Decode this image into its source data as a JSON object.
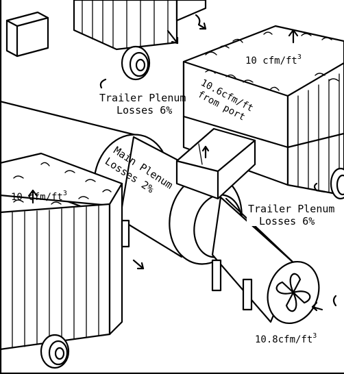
{
  "diagram": {
    "labels": {
      "top_trailer_loss_line1": "Trailer Plenum",
      "top_trailer_loss_line2": "Losses 6%",
      "right_trailer_loss_line1": "Trailer Plenum",
      "right_trailer_loss_line2": "Losses 6%",
      "main_plenum_line1": "Main Plenum",
      "main_plenum_line2": "Losses 2%",
      "right_bin_flow": "10 cfm/ft",
      "left_bin_flow": "10 cfm/ft",
      "port_flow_line1": "10.6cfm/ft",
      "port_flow_line2": "from port",
      "fan_inlet_flow": "10.8cfm/ft",
      "superscript": "3"
    },
    "colors": {
      "ink": "#000000",
      "paper": "#ffffff"
    },
    "icons": [
      "fan-blade-icon",
      "wheel-icon",
      "flow-arrow-icon"
    ]
  }
}
